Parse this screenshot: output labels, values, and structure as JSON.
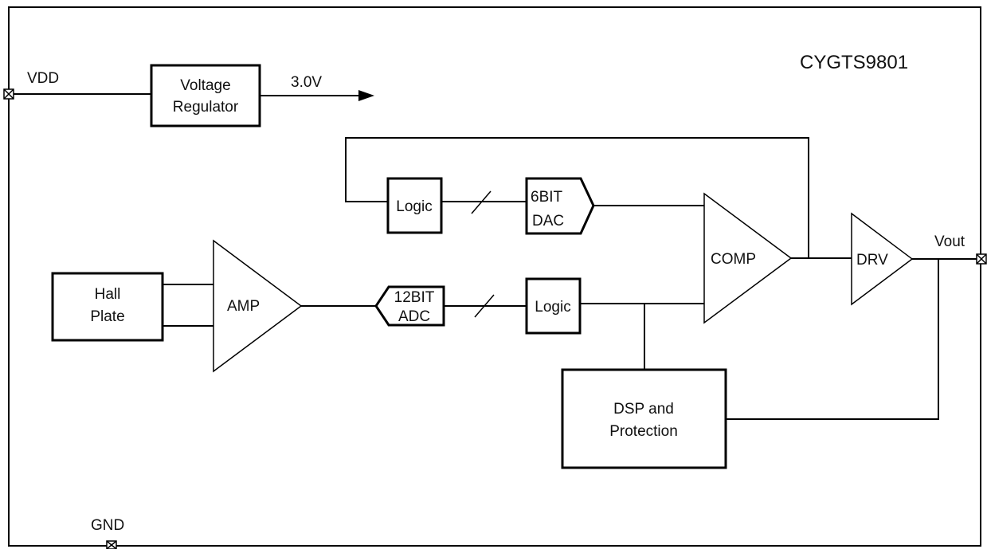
{
  "chip_name": "CYGTS9801",
  "pins": {
    "vdd": "VDD",
    "gnd": "GND",
    "vout": "Vout"
  },
  "voltage_regulator": {
    "line1": "Voltage",
    "line2": "Regulator",
    "output": "3.0V"
  },
  "blocks": {
    "hall_line1": "Hall",
    "hall_line2": "Plate",
    "amp": "AMP",
    "adc_line1": "12BIT",
    "adc_line2": "ADC",
    "logic_bottom": "Logic",
    "logic_top": "Logic",
    "dac_line1": "6BIT",
    "dac_line2": "DAC",
    "comp": "COMP",
    "drv": "DRV",
    "dsp_line1": "DSP and",
    "dsp_line2": "Protection"
  }
}
